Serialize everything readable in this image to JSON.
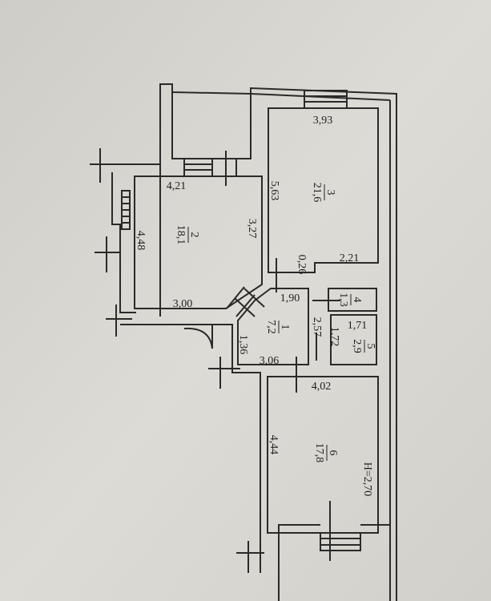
{
  "rooms": [
    {
      "number": "1",
      "area": "7,2"
    },
    {
      "number": "2",
      "area": "18,1"
    },
    {
      "number": "3",
      "area": "21,6"
    },
    {
      "number": "4",
      "area": "1,3"
    },
    {
      "number": "5",
      "area": "2,9"
    },
    {
      "number": "6",
      "area": "17,8"
    }
  ],
  "dimensions": {
    "d393": "3,93",
    "d563": "5,63",
    "d221": "2,21",
    "d026": "0,26",
    "d421": "4,21",
    "d327": "3,27",
    "d448": "4,48",
    "d300": "3,00",
    "d190": "1,90",
    "d257": "2,57",
    "d172": "1,72",
    "d171": "1,71",
    "d136": "1,36",
    "d306": "3,06",
    "d402": "4,02",
    "d444": "4,44"
  },
  "ceiling_height": "H=2,70"
}
